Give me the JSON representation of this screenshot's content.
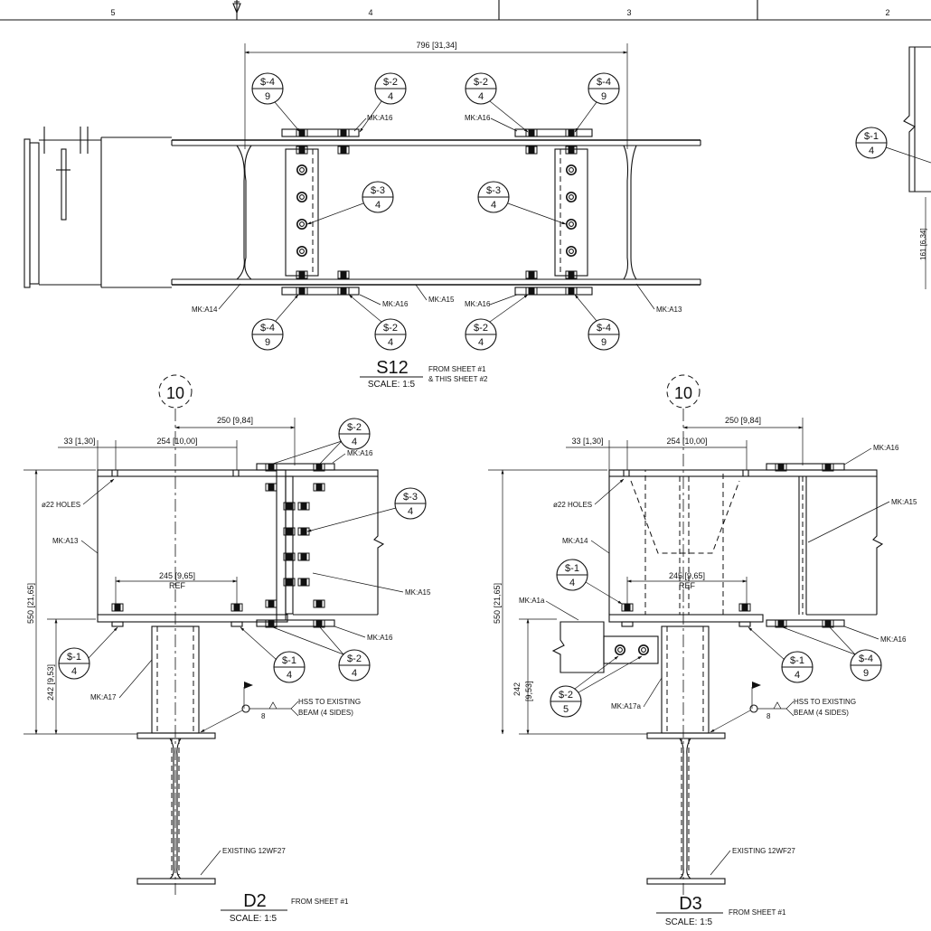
{
  "border": {
    "zones": [
      "5",
      "4",
      "3",
      "2"
    ]
  },
  "s12": {
    "dim_overall": "796 [31,34]",
    "title": "S12",
    "scale": "SCALE: 1:5",
    "note_line1": "FROM SHEET #1",
    "note_line2": "& THIS SHEET #2",
    "bubbles": [
      {
        "top": "$-4",
        "bottom": "9"
      },
      {
        "top": "$-2",
        "bottom": "4"
      },
      {
        "top": "$-2",
        "bottom": "4"
      },
      {
        "top": "$-4",
        "bottom": "9"
      },
      {
        "top": "$-3",
        "bottom": "4"
      },
      {
        "top": "$-3",
        "bottom": "4"
      },
      {
        "top": "$-4",
        "bottom": "9"
      },
      {
        "top": "$-2",
        "bottom": "4"
      },
      {
        "top": "$-2",
        "bottom": "4"
      },
      {
        "top": "$-4",
        "bottom": "9"
      }
    ],
    "labels": {
      "mk_a16_tl": "MK:A16",
      "mk_a16_tr": "MK:A16",
      "mk_a14": "MK:A14",
      "mk_a16_bl": "MK:A16",
      "mk_a15": "MK:A15",
      "mk_a16_br": "MK:A16",
      "mk_a13": "MK:A13"
    }
  },
  "right_partial": {
    "bubble": {
      "top": "$-1",
      "bottom": "4"
    },
    "dim": "161 [6,34]"
  },
  "d2": {
    "grid": "10",
    "dim_250": "250 [9,84]",
    "dim_33": "33 [1,30]",
    "dim_254": "254 [10,00]",
    "dim_245": "245 [9,65]",
    "ref": "REF",
    "dim_550": "550 [21,65]",
    "dim_242": "242 [9,53]",
    "holes": "ø22 HOLES",
    "mk_a13": "MK:A13",
    "mk_a16_top": "MK:A16",
    "mk_a15": "MK:A15",
    "mk_a16_bot": "MK:A16",
    "mk_a17": "MK:A17",
    "weld_size": "8",
    "weld_note1": "HSS TO EXISTING",
    "weld_note2": "BEAM (4 SIDES)",
    "existing": "EXISTING 12WF27",
    "title": "D2",
    "scale": "SCALE: 1:5",
    "note": "FROM SHEET #1",
    "bubbles": [
      {
        "top": "$-2",
        "bottom": "4"
      },
      {
        "top": "$-3",
        "bottom": "4"
      },
      {
        "top": "$-1",
        "bottom": "4"
      },
      {
        "top": "$-1",
        "bottom": "4"
      },
      {
        "top": "$-2",
        "bottom": "4"
      }
    ]
  },
  "d3": {
    "grid": "10",
    "dim_250": "250 [9,84]",
    "dim_33": "33 [1,30]",
    "dim_254": "254 [10,00]",
    "dim_245": "245 [9,65]",
    "ref": "REF",
    "dim_550": "550 [21,65]",
    "dim_242a": "242",
    "dim_242b": "[9,53]",
    "holes": "ø22 HOLES",
    "mk_a14": "MK:A14",
    "mk_a1a": "MK:A1a",
    "mk_a16_top": "MK:A16",
    "mk_a15": "MK:A15",
    "mk_a16_bot": "MK:A16",
    "mk_a17a": "MK:A17a",
    "weld_size": "8",
    "weld_note1": "HSS TO EXISTING",
    "weld_note2": "BEAM (4 SIDES)",
    "existing": "EXISTING 12WF27",
    "title": "D3",
    "scale": "SCALE: 1:5",
    "note": "FROM SHEET #1",
    "bubbles": [
      {
        "top": "$-1",
        "bottom": "4"
      },
      {
        "top": "$-2",
        "bottom": "5"
      },
      {
        "top": "$-1",
        "bottom": "4"
      },
      {
        "top": "$-4",
        "bottom": "9"
      }
    ]
  }
}
